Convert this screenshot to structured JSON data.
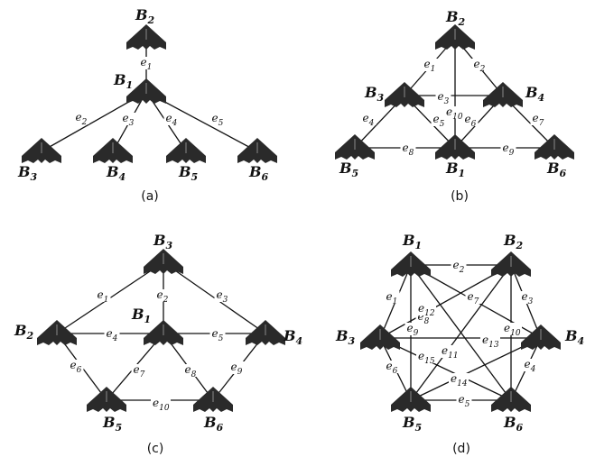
{
  "panels": [
    {
      "id": "a",
      "caption": "(a)",
      "nodes": [
        {
          "id": "B2",
          "letter": "B",
          "sub": "2"
        },
        {
          "id": "B1",
          "letter": "B",
          "sub": "1"
        },
        {
          "id": "B3",
          "letter": "B",
          "sub": "3"
        },
        {
          "id": "B4",
          "letter": "B",
          "sub": "4"
        },
        {
          "id": "B5",
          "letter": "B",
          "sub": "5"
        },
        {
          "id": "B6",
          "letter": "B",
          "sub": "6"
        }
      ],
      "edges": [
        {
          "from": "B2",
          "to": "B1",
          "letter": "e",
          "sub": "1"
        },
        {
          "from": "B1",
          "to": "B3",
          "letter": "e",
          "sub": "2"
        },
        {
          "from": "B1",
          "to": "B4",
          "letter": "e",
          "sub": "3"
        },
        {
          "from": "B1",
          "to": "B5",
          "letter": "e",
          "sub": "4"
        },
        {
          "from": "B1",
          "to": "B6",
          "letter": "e",
          "sub": "5"
        }
      ]
    },
    {
      "id": "b",
      "caption": "(b)",
      "nodes": [
        {
          "id": "B2",
          "letter": "B",
          "sub": "2"
        },
        {
          "id": "B3",
          "letter": "B",
          "sub": "3"
        },
        {
          "id": "B4",
          "letter": "B",
          "sub": "4"
        },
        {
          "id": "B5",
          "letter": "B",
          "sub": "5"
        },
        {
          "id": "B1",
          "letter": "B",
          "sub": "1"
        },
        {
          "id": "B6",
          "letter": "B",
          "sub": "6"
        }
      ],
      "edges": [
        {
          "from": "B2",
          "to": "B3",
          "letter": "e",
          "sub": "1"
        },
        {
          "from": "B2",
          "to": "B4",
          "letter": "e",
          "sub": "2"
        },
        {
          "from": "B3",
          "to": "B4",
          "letter": "e",
          "sub": "3"
        },
        {
          "from": "B3",
          "to": "B5",
          "letter": "e",
          "sub": "4"
        },
        {
          "from": "B3",
          "to": "B1",
          "letter": "e",
          "sub": "5"
        },
        {
          "from": "B4",
          "to": "B1",
          "letter": "e",
          "sub": "6"
        },
        {
          "from": "B4",
          "to": "B6",
          "letter": "e",
          "sub": "7"
        },
        {
          "from": "B5",
          "to": "B1",
          "letter": "e",
          "sub": "8"
        },
        {
          "from": "B1",
          "to": "B6",
          "letter": "e",
          "sub": "9"
        },
        {
          "from": "B2",
          "to": "B1",
          "letter": "e",
          "sub": "10"
        }
      ]
    },
    {
      "id": "c",
      "caption": "(c)",
      "nodes": [
        {
          "id": "B3",
          "letter": "B",
          "sub": "3"
        },
        {
          "id": "B2",
          "letter": "B",
          "sub": "2"
        },
        {
          "id": "B1",
          "letter": "B",
          "sub": "1"
        },
        {
          "id": "B4",
          "letter": "B",
          "sub": "4"
        },
        {
          "id": "B5",
          "letter": "B",
          "sub": "5"
        },
        {
          "id": "B6",
          "letter": "B",
          "sub": "6"
        }
      ],
      "edges": [
        {
          "from": "B3",
          "to": "B2",
          "letter": "e",
          "sub": "1"
        },
        {
          "from": "B3",
          "to": "B1",
          "letter": "e",
          "sub": "2"
        },
        {
          "from": "B3",
          "to": "B4",
          "letter": "e",
          "sub": "3"
        },
        {
          "from": "B2",
          "to": "B1",
          "letter": "e",
          "sub": "4"
        },
        {
          "from": "B1",
          "to": "B4",
          "letter": "e",
          "sub": "5"
        },
        {
          "from": "B2",
          "to": "B5",
          "letter": "e",
          "sub": "6"
        },
        {
          "from": "B1",
          "to": "B5",
          "letter": "e",
          "sub": "7"
        },
        {
          "from": "B1",
          "to": "B6",
          "letter": "e",
          "sub": "8"
        },
        {
          "from": "B4",
          "to": "B6",
          "letter": "e",
          "sub": "9"
        },
        {
          "from": "B5",
          "to": "B6",
          "letter": "e",
          "sub": "10"
        }
      ]
    },
    {
      "id": "d",
      "caption": "(d)",
      "nodes": [
        {
          "id": "B1",
          "letter": "B",
          "sub": "1"
        },
        {
          "id": "B2",
          "letter": "B",
          "sub": "2"
        },
        {
          "id": "B3",
          "letter": "B",
          "sub": "3"
        },
        {
          "id": "B4",
          "letter": "B",
          "sub": "4"
        },
        {
          "id": "B5",
          "letter": "B",
          "sub": "5"
        },
        {
          "id": "B6",
          "letter": "B",
          "sub": "6"
        }
      ],
      "edges": [
        {
          "from": "B1",
          "to": "B2",
          "letter": "e",
          "sub": "2"
        },
        {
          "from": "B1",
          "to": "B3",
          "letter": "e",
          "sub": "1"
        },
        {
          "from": "B2",
          "to": "B4",
          "letter": "e",
          "sub": "3"
        },
        {
          "from": "B4",
          "to": "B6",
          "letter": "e",
          "sub": "4"
        },
        {
          "from": "B5",
          "to": "B6",
          "letter": "e",
          "sub": "5"
        },
        {
          "from": "B3",
          "to": "B5",
          "letter": "e",
          "sub": "6"
        },
        {
          "from": "B1",
          "to": "B4",
          "letter": "e",
          "sub": "7"
        },
        {
          "from": "B1",
          "to": "B6",
          "letter": "e",
          "sub": "8"
        },
        {
          "from": "B1",
          "to": "B5",
          "letter": "e",
          "sub": "9"
        },
        {
          "from": "B2",
          "to": "B6",
          "letter": "e",
          "sub": "10"
        },
        {
          "from": "B2",
          "to": "B5",
          "letter": "e",
          "sub": "11"
        },
        {
          "from": "B2",
          "to": "B3",
          "letter": "e",
          "sub": "12"
        },
        {
          "from": "B3",
          "to": "B4",
          "letter": "e",
          "sub": "13"
        },
        {
          "from": "B4",
          "to": "B5",
          "letter": "e",
          "sub": "14"
        },
        {
          "from": "B3",
          "to": "B6",
          "letter": "e",
          "sub": "15"
        }
      ]
    }
  ]
}
